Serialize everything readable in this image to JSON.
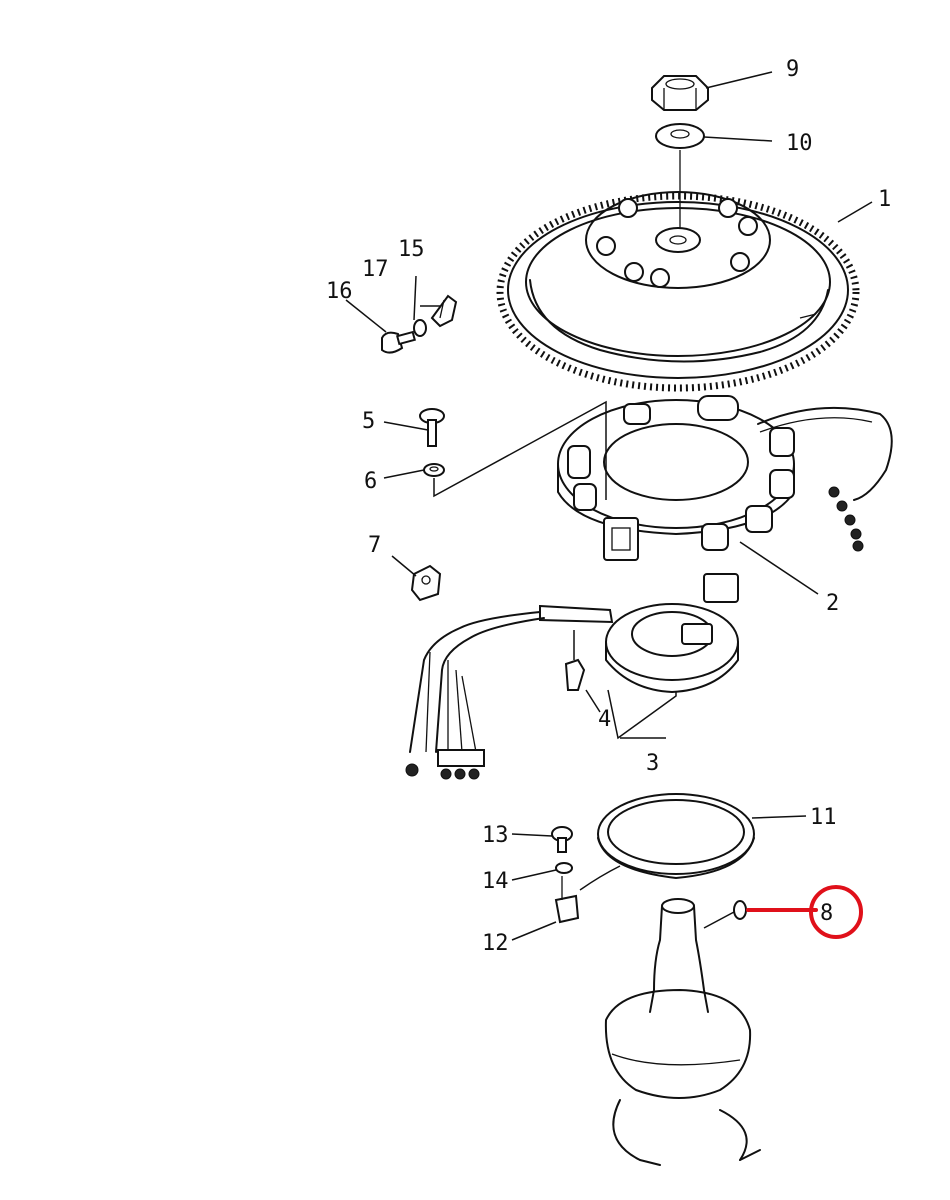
{
  "callouts": {
    "c1": "1",
    "c2": "2",
    "c3": "3",
    "c4": "4",
    "c5": "5",
    "c6": "6",
    "c7": "7",
    "c8": "8",
    "c9": "9",
    "c10": "10",
    "c11": "11",
    "c12": "12",
    "c13": "13",
    "c14": "14",
    "c15": "15",
    "c16": "16",
    "c17": "17"
  },
  "highlight": {
    "color": "#e0101a",
    "target": "8"
  }
}
